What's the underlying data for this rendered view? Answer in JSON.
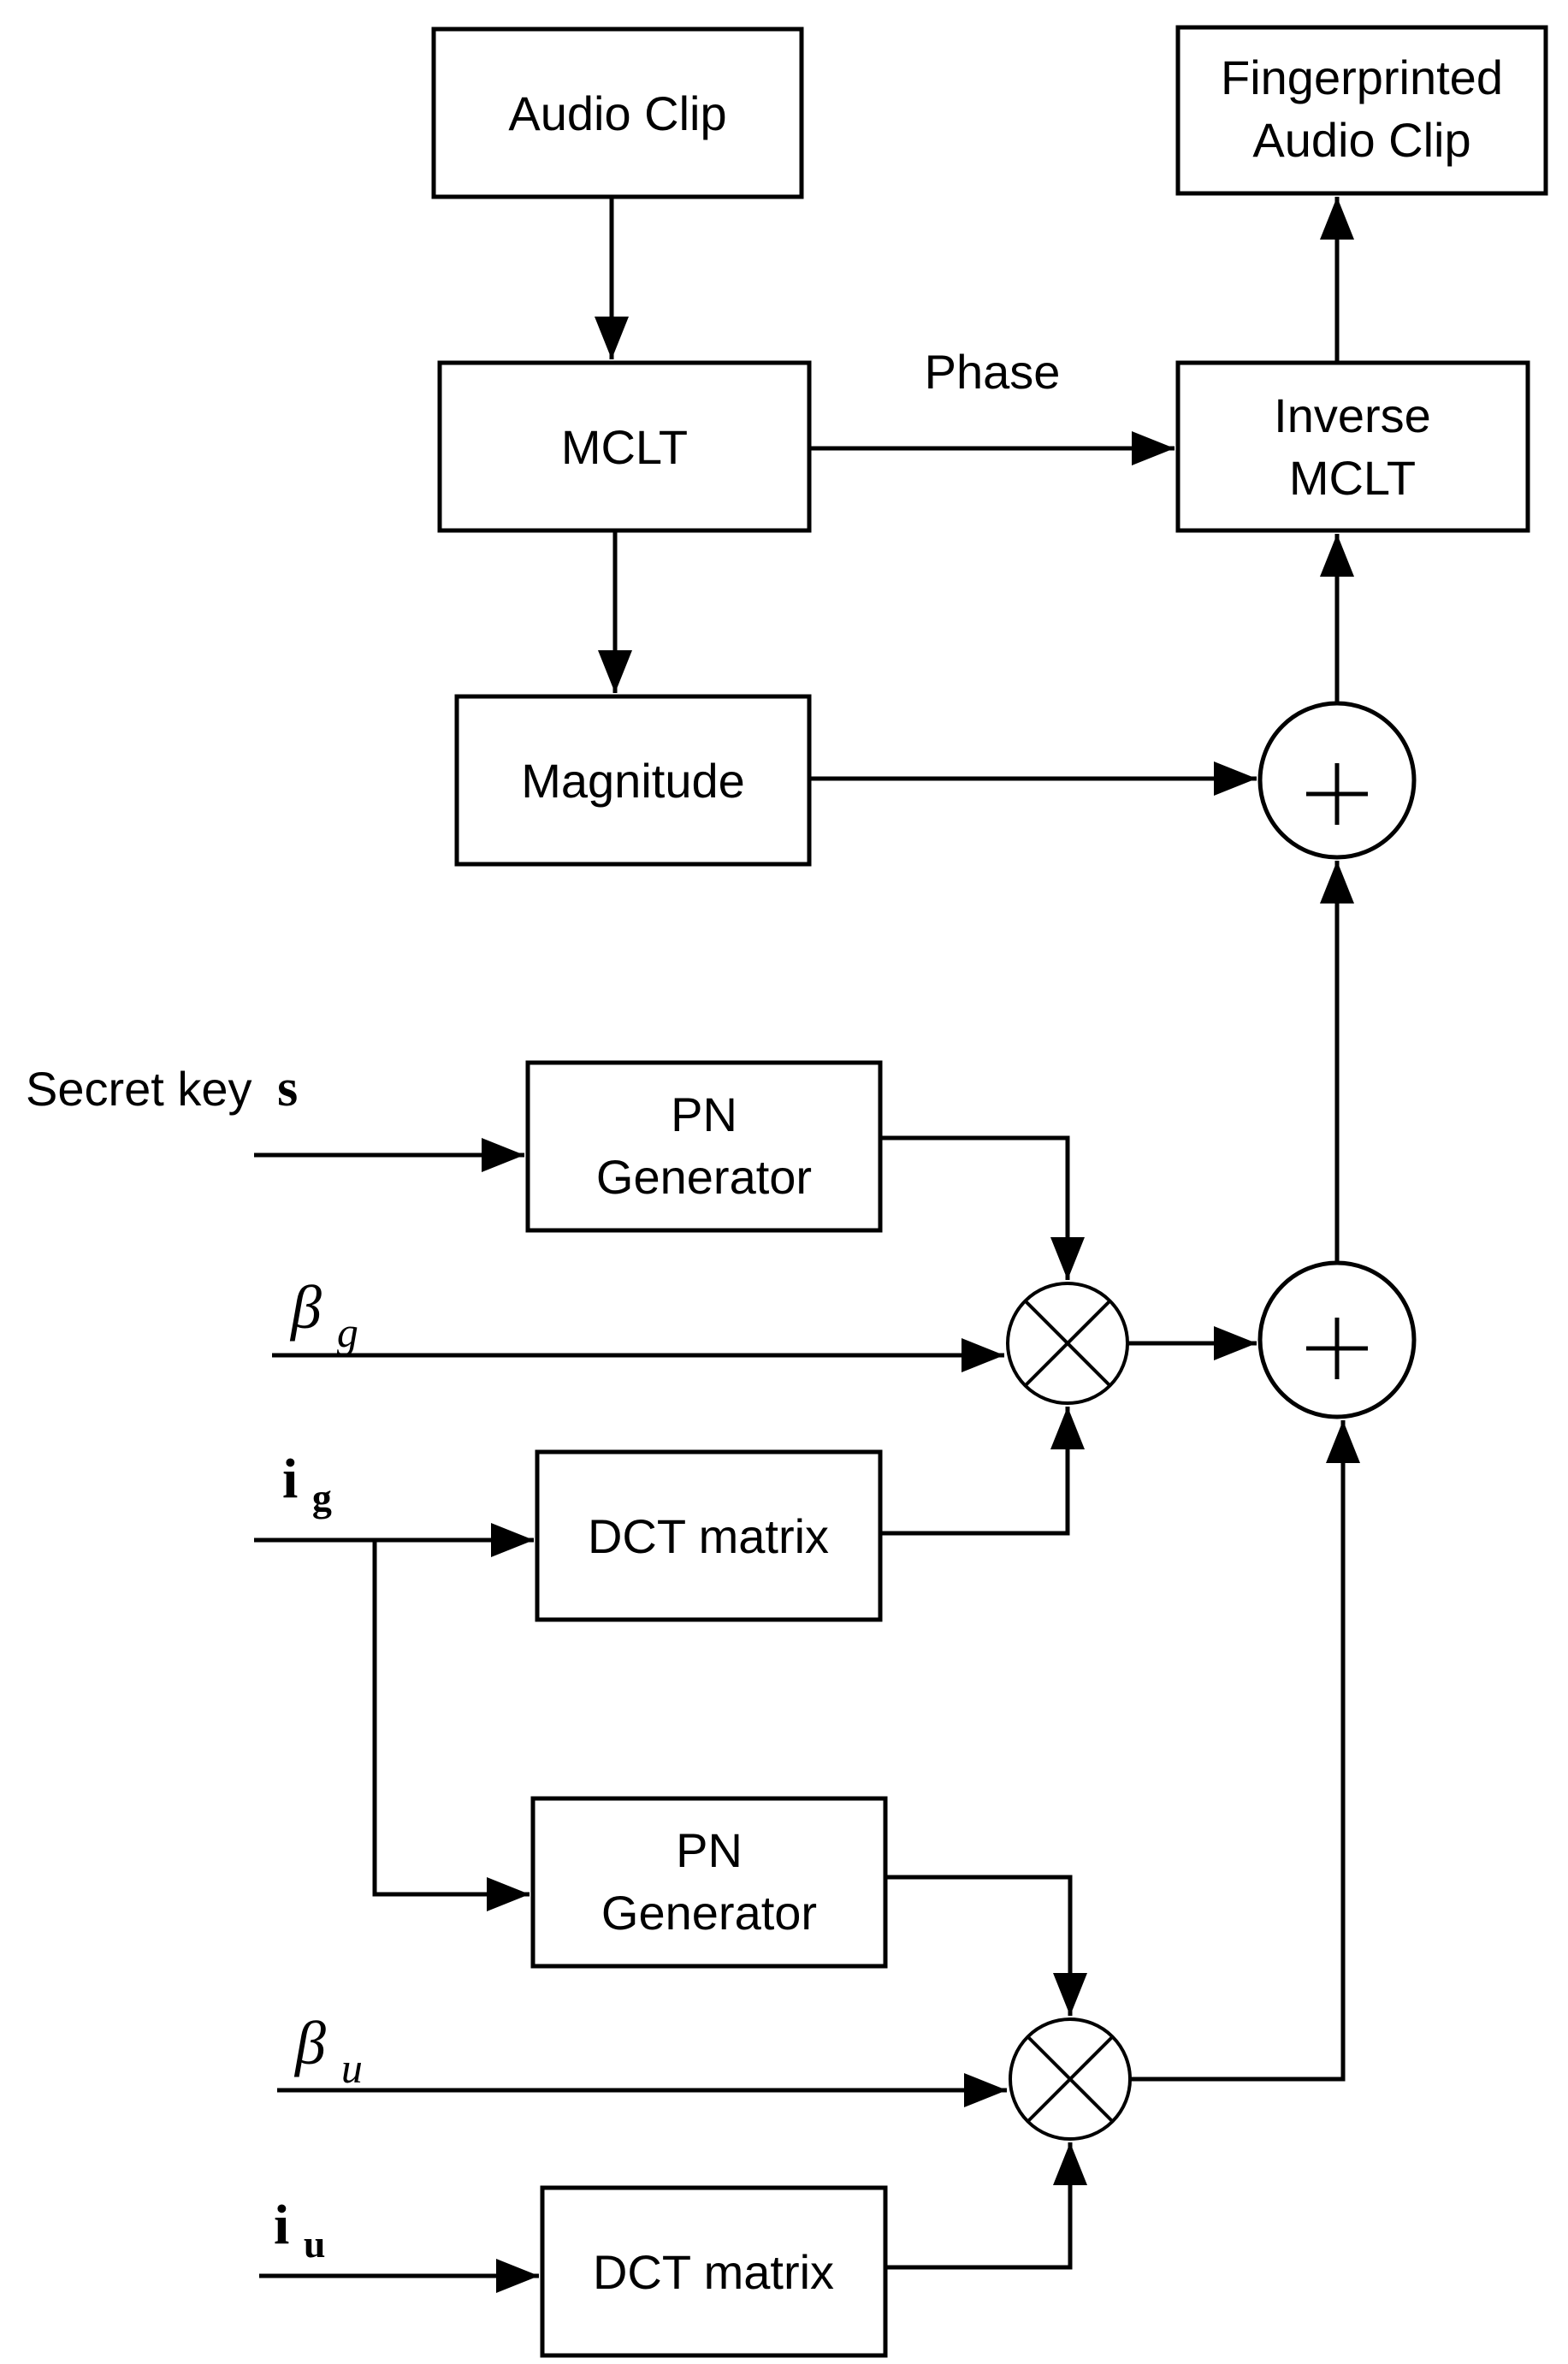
{
  "blocks": {
    "audio_clip": "Audio Clip",
    "fingerprinted_line1": "Fingerprinted",
    "fingerprinted_line2": "Audio Clip",
    "mclt": "MCLT",
    "inverse_line1": "Inverse",
    "inverse_line2": "MCLT",
    "magnitude": "Magnitude",
    "pn_gen_1_line1": "PN",
    "pn_gen_1_line2": "Generator",
    "dct_matrix_1": "DCT matrix",
    "pn_gen_2_line1": "PN",
    "pn_gen_2_line2": "Generator",
    "dct_matrix_2": "DCT matrix"
  },
  "edges": {
    "phase": "Phase"
  },
  "inputs": {
    "secret_key_prefix": "Secret key",
    "secret_key_symbol": "s",
    "beta_g": "β",
    "beta_g_sub": "g",
    "i_g": "i",
    "i_g_sub": "g",
    "beta_u": "β",
    "beta_u_sub": "u",
    "i_u": "i",
    "i_u_sub": "u"
  },
  "operators": {
    "adder": "+"
  }
}
